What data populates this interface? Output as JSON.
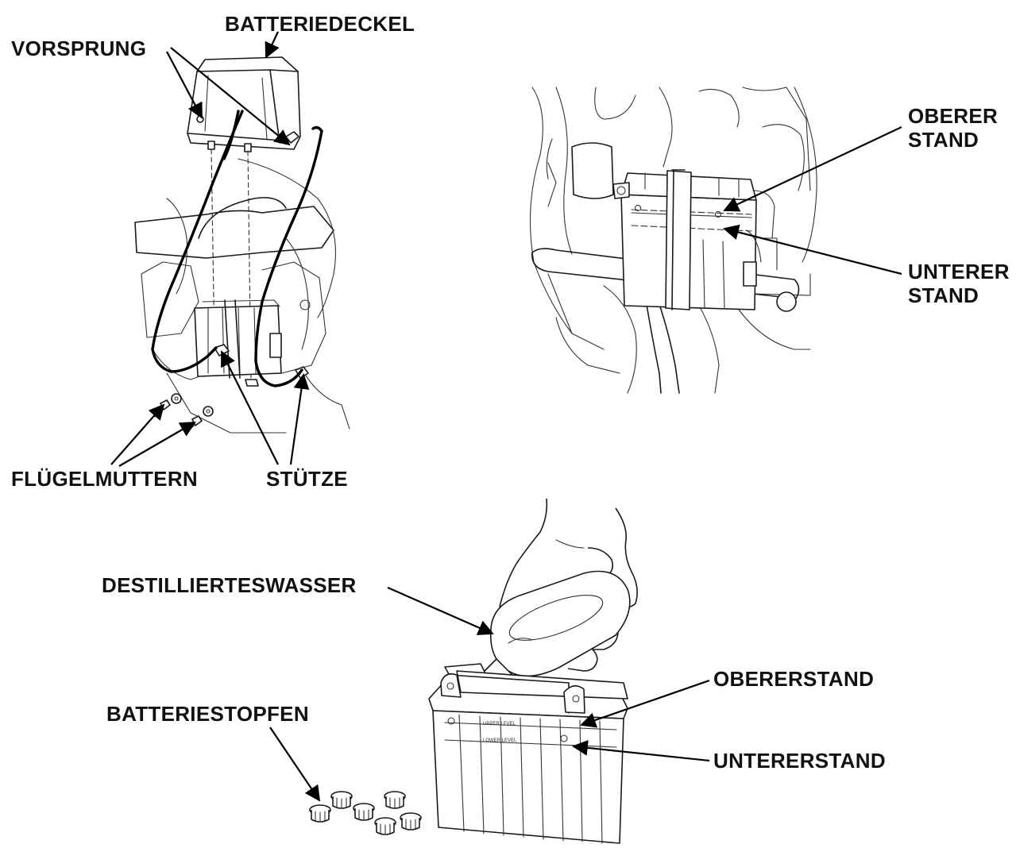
{
  "labels": {
    "battery_cover": "BATTERIEDECKEL",
    "projection": "VORSPRUNG",
    "wing_nuts": "FLÜGELMUTTERN",
    "support": "STÜTZE",
    "upper_level_line1": "OBERER",
    "upper_level_line2": "STAND",
    "lower_level_line1": "UNTERER",
    "lower_level_line2": "STAND",
    "distilled_water": "DESTILLIERTESWASSER",
    "upper_level_bottom": "OBERERSTAND",
    "lower_level_bottom": "UNTERERSTAND",
    "battery_caps": "BATTERIESTOPFEN"
  },
  "battery_markings": {
    "upper": "UPPER LEVEL",
    "lower": "LOWER LEVEL"
  },
  "colors": {
    "ink": "#000000",
    "background": "#ffffff"
  }
}
